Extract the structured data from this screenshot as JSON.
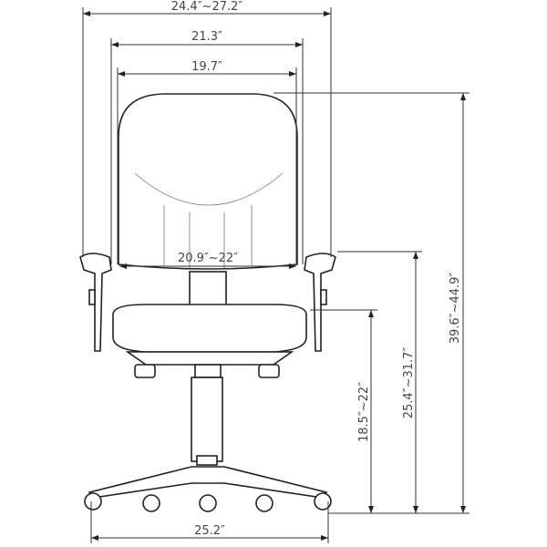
{
  "dimensions": {
    "overall_width": "24.4″~27.2″",
    "back_outer_width": "21.3″",
    "back_inner_width": "19.7″",
    "arm_width": "20.9″~22″",
    "overall_height": "39.6″~44.9″",
    "arm_height": "25.4″~31.7″",
    "seat_height": "18.5″~22″",
    "base_width": "25.2″"
  }
}
